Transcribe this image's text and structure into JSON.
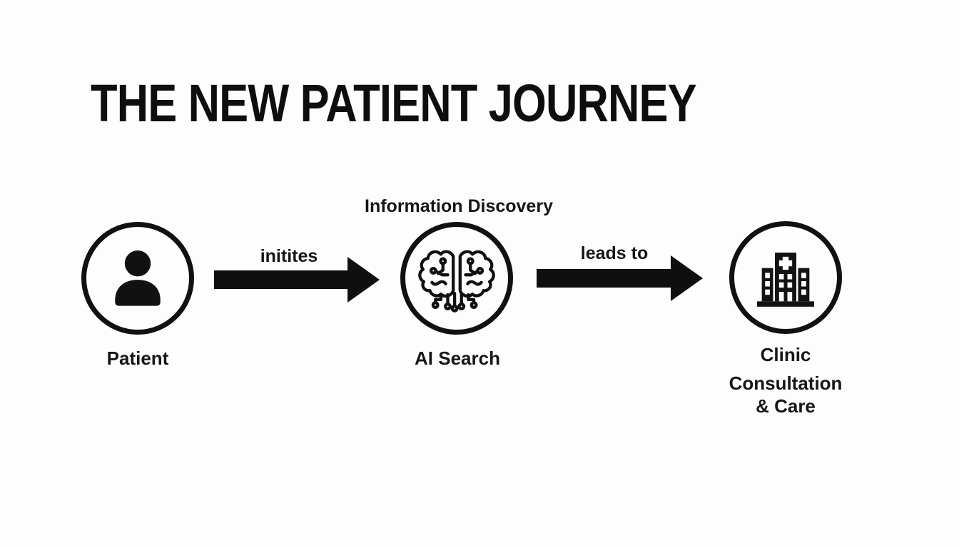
{
  "title": "THE NEW PATIENT JOURNEY",
  "flow": {
    "stage1": {
      "label": "Patient",
      "icon": "person-icon"
    },
    "arrow1": {
      "label": "initites"
    },
    "stage2": {
      "label": "AI Search",
      "annotation": "Information Discovery",
      "icon": "brain-circuit-icon"
    },
    "arrow2": {
      "label": "leads to"
    },
    "stage3": {
      "label_line1": "Clinic",
      "label_line2": "Consultation",
      "label_line3": "& Care",
      "icon": "hospital-icon"
    }
  },
  "colors": {
    "ink": "#111111",
    "background": "#fdfdfd"
  }
}
